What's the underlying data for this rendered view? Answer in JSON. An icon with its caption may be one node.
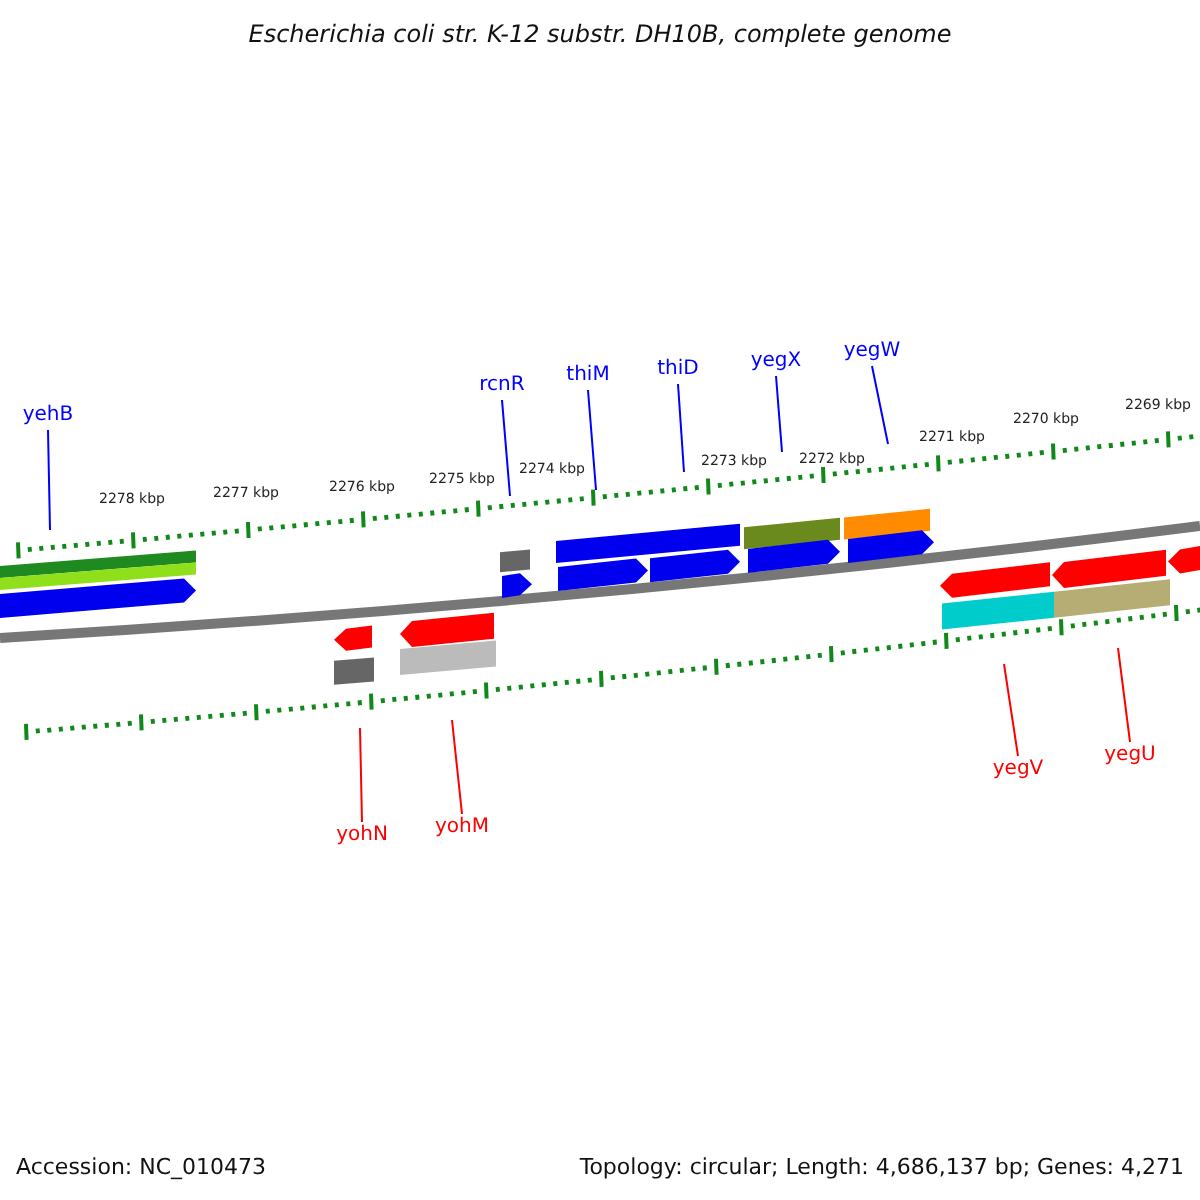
{
  "diagram": {
    "title": "Escherichia coli str. K-12 substr. DH10B, complete genome",
    "nodes": [
      {
        "text": [
          "yehB"
        ]
      },
      {
        "text": [
          "rcnR"
        ]
      },
      {
        "text": [
          "thiM"
        ]
      },
      {
        "text": [
          "thiD"
        ]
      },
      {
        "text": [
          "yegX"
        ]
      },
      {
        "text": [
          "yegW"
        ]
      },
      {
        "text": [
          "yohN"
        ]
      },
      {
        "text": [
          "yohM"
        ]
      },
      {
        "text": [
          "yegV"
        ]
      },
      {
        "text": [
          "yegU"
        ]
      }
    ],
    "edges": [
      {
        "from": 0,
        "to": null,
        "arrow": "none"
      },
      {
        "from": 1,
        "to": null,
        "arrow": "none"
      },
      {
        "from": 2,
        "to": null,
        "arrow": "none"
      },
      {
        "from": 3,
        "to": null,
        "arrow": "none"
      },
      {
        "from": 4,
        "to": null,
        "arrow": "none"
      },
      {
        "from": 5,
        "to": null,
        "arrow": "none"
      },
      {
        "from": 6,
        "to": null,
        "arrow": "none",
        "color": "#ff0000"
      },
      {
        "from": 7,
        "to": null,
        "arrow": "none",
        "color": "#ff0000"
      },
      {
        "from": 8,
        "to": null,
        "arrow": "none",
        "color": "#ff0000"
      },
      {
        "from": 9,
        "to": null,
        "arrow": "none",
        "color": "#ff0000"
      }
    ],
    "labels": [
      "2278 kbp",
      "2277 kbp",
      "2276 kbp",
      "2275 kbp",
      "2274 kbp",
      "2273 kbp",
      "2272 kbp",
      "2271 kbp",
      "2270 kbp",
      "2269 kbp",
      "Accession: NC_010473",
      "Topology: circular; Length: 4,686,137 bp; Genes: 4,271"
    ]
  }
}
